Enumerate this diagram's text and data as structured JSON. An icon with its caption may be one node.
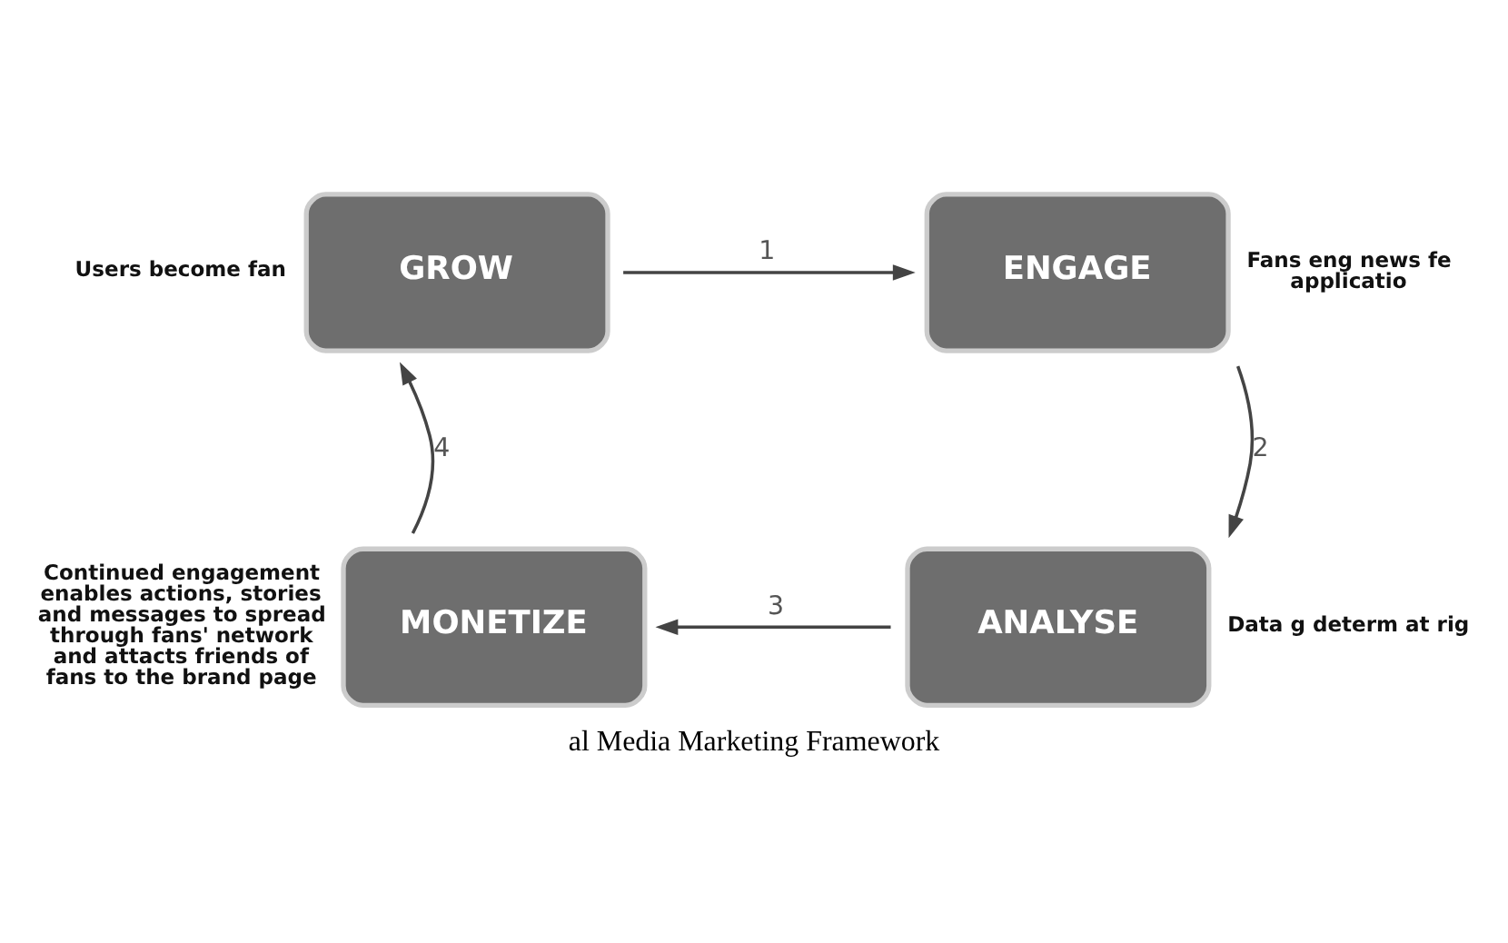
{
  "diagram": {
    "title": "al Media Marketing Framework",
    "nodes": [
      {
        "text": [
          "GROW"
        ],
        "beside": [
          "Users become fan"
        ]
      },
      {
        "text": [
          "ENGAGE"
        ],
        "beside": [
          "Fans eng news fe applicatio"
        ]
      },
      {
        "text": [
          "ANALYSE"
        ],
        "beside": [
          "Data g determ at rig"
        ]
      },
      {
        "text": [
          "MONETIZE"
        ],
        "beside": [
          "Continued engagement enables actions, stories and messages to spread through fans' network and attacts friends of fans to the brand page"
        ]
      }
    ],
    "edges": [
      {
        "from": 0,
        "to": 1,
        "arrow": "to",
        "label": "1"
      },
      {
        "from": 1,
        "to": 2,
        "arrow": "to",
        "label": "2"
      },
      {
        "from": 2,
        "to": 3,
        "arrow": "to",
        "label": "3"
      },
      {
        "from": 3,
        "to": 0,
        "arrow": "to",
        "label": "4"
      }
    ]
  }
}
